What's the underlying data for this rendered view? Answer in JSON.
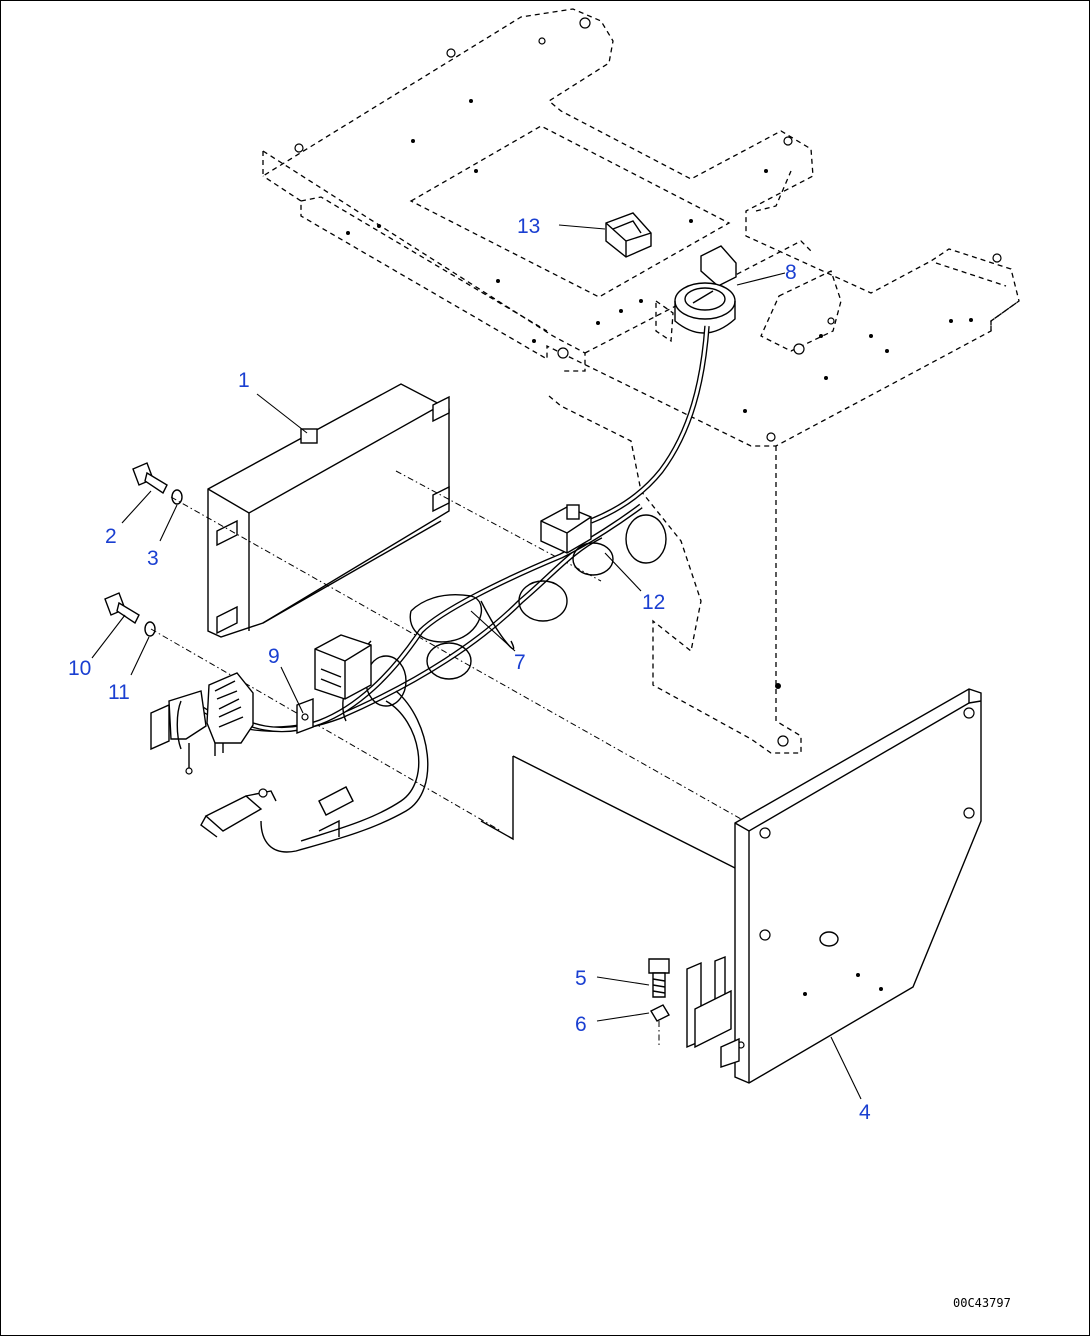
{
  "figure_code": "00C43797",
  "callouts": [
    {
      "id": "c1",
      "label": "1"
    },
    {
      "id": "c2",
      "label": "2"
    },
    {
      "id": "c3",
      "label": "3"
    },
    {
      "id": "c4",
      "label": "4"
    },
    {
      "id": "c5",
      "label": "5"
    },
    {
      "id": "c6",
      "label": "6"
    },
    {
      "id": "c7",
      "label": "7"
    },
    {
      "id": "c8",
      "label": "8"
    },
    {
      "id": "c9",
      "label": "9"
    },
    {
      "id": "c10",
      "label": "10"
    },
    {
      "id": "c11",
      "label": "11"
    },
    {
      "id": "c12",
      "label": "12"
    },
    {
      "id": "c13",
      "label": "13"
    }
  ],
  "colors": {
    "callout": "#1a3fd1",
    "line": "#000000",
    "background": "#ffffff"
  }
}
